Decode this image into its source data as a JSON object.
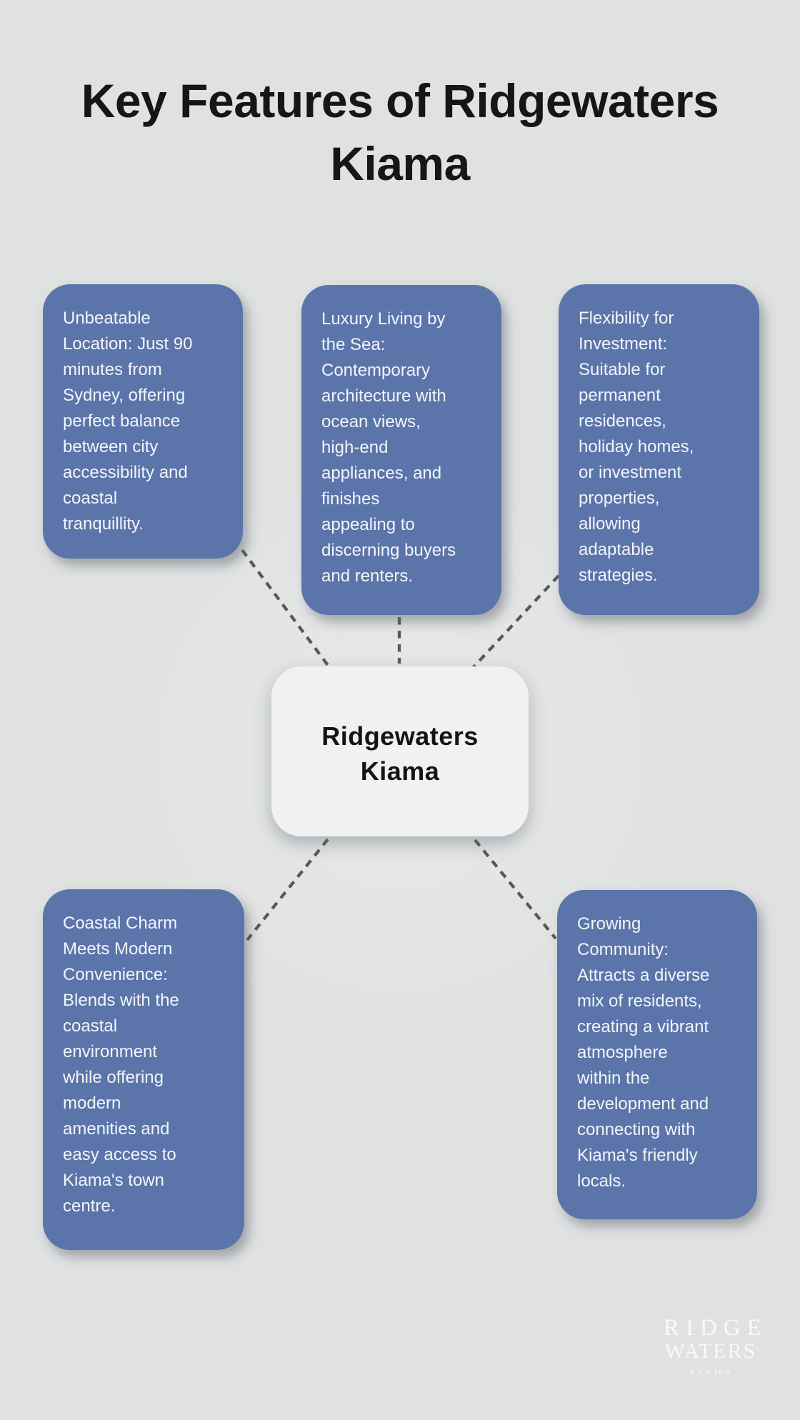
{
  "title": {
    "text": "Key Features of Ridgewaters\nKiama"
  },
  "center_node": {
    "label": "Ridgewaters\nKiama"
  },
  "features": [
    {
      "name": "unbeatable-location",
      "text": "Unbeatable\nLocation: Just 90\nminutes from\nSydney, offering\nperfect balance\nbetween city\naccessibility and\ncoastal\ntranquillity."
    },
    {
      "name": "luxury-living-by-the-sea",
      "text": "Luxury Living by\nthe Sea:\nContemporary\narchitecture with\nocean views,\nhigh-end\nappliances, and\nfinishes\nappealing to\ndiscerning buyers\nand renters."
    },
    {
      "name": "flexibility-for-investment",
      "text": "Flexibility for\nInvestment:\nSuitable for\npermanent\nresidences,\nholiday homes,\nor investment\nproperties,\nallowing\nadaptable\nstrategies."
    },
    {
      "name": "coastal-charm-meets-modern-convenience",
      "text": "Coastal Charm\nMeets Modern\nConvenience:\nBlends with the\ncoastal\nenvironment\nwhile offering\nmodern\namenities and\neasy access to\nKiama's town\ncentre."
    },
    {
      "name": "growing-community",
      "text": "Growing\nCommunity:\nAttracts a diverse\nmix of residents,\ncreating a vibrant\natmosphere\nwithin the\ndevelopment and\nconnecting with\nKiama's friendly\nlocals."
    }
  ],
  "logo": {
    "line1": "RIDGE",
    "line2": "WATERS",
    "line3": "KIAMA"
  },
  "colors": {
    "background": "#e0e2e2",
    "feature_bg": "#5b75aa",
    "feature_text": "#f3f5f9",
    "center_bg": "#f0f1f2",
    "center_text": "#141414",
    "title_text": "#161616",
    "connector": "#585858",
    "logo_color": "rgba(255,255,255,0.78)"
  }
}
